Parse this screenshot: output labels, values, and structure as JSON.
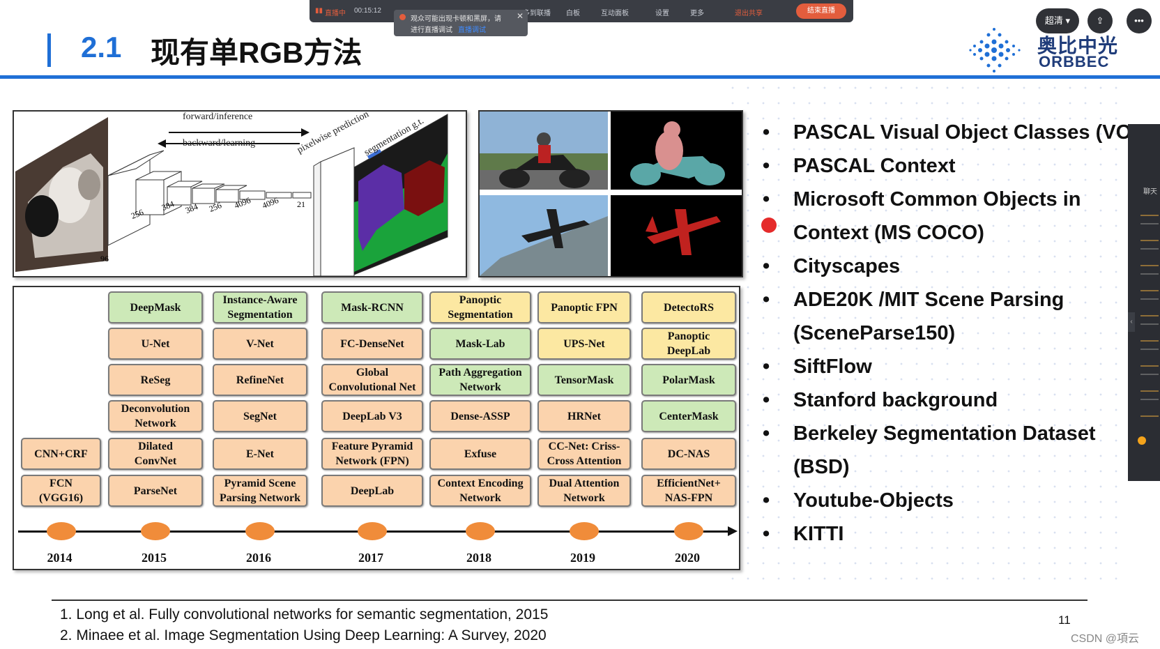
{
  "header": {
    "number": "2.1",
    "title": "现有单RGB方法"
  },
  "logo": {
    "cn": "奥比中光",
    "en": "ORBBEC"
  },
  "toolbar": {
    "live_status": "直播中",
    "timer": "00:15:12",
    "items": [
      "多到联播",
      "白板",
      "互动面板",
      "设置",
      "更多",
      "退出共享"
    ],
    "end_button": "结束直播",
    "notice_line1": "观众可能出现卡顿和黑屏，请",
    "notice_line2": "进行直播调试",
    "notice_link": "直播调试"
  },
  "top_right": {
    "quality": "超清",
    "share_icon": "share-icon",
    "more": "•••"
  },
  "fcn_figure": {
    "forward": "forward/inference",
    "backward": "backward/learning",
    "pixelwise": "pixelwise prediction",
    "gt": "segmentation g.t.",
    "dims": [
      "96",
      "256",
      "384",
      "384",
      "256",
      "4096",
      "4096",
      "21"
    ]
  },
  "timeline": {
    "years": [
      "2014",
      "2015",
      "2016",
      "2017",
      "2018",
      "2019",
      "2020"
    ],
    "columns": [
      {
        "year": "2014",
        "cells": [
          {
            "label": "CNN+CRF",
            "color": "orange"
          },
          {
            "label": "FCN\n(VGG16)",
            "color": "orange"
          }
        ]
      },
      {
        "year": "2015",
        "cells": [
          {
            "label": "DeepMask",
            "color": "green"
          },
          {
            "label": "U-Net",
            "color": "orange"
          },
          {
            "label": "ReSeg",
            "color": "orange"
          },
          {
            "label": "Deconvolution\nNetwork",
            "color": "orange"
          },
          {
            "label": "Dilated\nConvNet",
            "color": "orange"
          },
          {
            "label": "ParseNet",
            "color": "orange"
          }
        ]
      },
      {
        "year": "2016",
        "cells": [
          {
            "label": "Instance-Aware\nSegmentation",
            "color": "green"
          },
          {
            "label": "V-Net",
            "color": "orange"
          },
          {
            "label": "RefineNet",
            "color": "orange"
          },
          {
            "label": "SegNet",
            "color": "orange"
          },
          {
            "label": "E-Net",
            "color": "orange"
          },
          {
            "label": "Pyramid Scene\nParsing Network",
            "color": "orange"
          }
        ]
      },
      {
        "year": "2017",
        "cells": [
          {
            "label": "Mask-RCNN",
            "color": "green"
          },
          {
            "label": "FC-DenseNet",
            "color": "orange"
          },
          {
            "label": "Global\nConvolutional Net",
            "color": "orange"
          },
          {
            "label": "DeepLab V3",
            "color": "orange"
          },
          {
            "label": "Feature Pyramid\nNetwork (FPN)",
            "color": "orange"
          },
          {
            "label": "DeepLab",
            "color": "orange"
          }
        ]
      },
      {
        "year": "2018",
        "cells": [
          {
            "label": "Panoptic\nSegmentation",
            "color": "yellow"
          },
          {
            "label": "Mask-Lab",
            "color": "green"
          },
          {
            "label": "Path Aggregation\nNetwork",
            "color": "green"
          },
          {
            "label": "Dense-ASSP",
            "color": "orange"
          },
          {
            "label": "Exfuse",
            "color": "orange"
          },
          {
            "label": "Context Encoding\nNetwork",
            "color": "orange"
          }
        ]
      },
      {
        "year": "2019",
        "cells": [
          {
            "label": "Panoptic FPN",
            "color": "yellow"
          },
          {
            "label": "UPS-Net",
            "color": "yellow"
          },
          {
            "label": "TensorMask",
            "color": "green"
          },
          {
            "label": "HRNet",
            "color": "orange"
          },
          {
            "label": "CC-Net: Criss-\nCross Attention",
            "color": "orange"
          },
          {
            "label": "Dual Attention\nNetwork",
            "color": "orange"
          }
        ]
      },
      {
        "year": "2020",
        "cells": [
          {
            "label": "DetectoRS",
            "color": "yellow"
          },
          {
            "label": "Panoptic\nDeepLab",
            "color": "yellow"
          },
          {
            "label": "PolarMask",
            "color": "green"
          },
          {
            "label": "CenterMask",
            "color": "green"
          },
          {
            "label": "DC-NAS",
            "color": "orange"
          },
          {
            "label": "EfficientNet+\nNAS-FPN",
            "color": "orange"
          }
        ]
      }
    ]
  },
  "datasets": [
    "PASCAL Visual Object Classes (VOC",
    "PASCAL Context",
    "Microsoft Common Objects in",
    "Context (MS COCO)",
    "Cityscapes",
    "ADE20K /MIT Scene Parsing",
    "(SceneParse150)",
    "SiftFlow",
    "Stanford background",
    "Berkeley Segmentation Dataset",
    "(BSD)",
    "Youtube-Objects",
    "KITTI"
  ],
  "references": [
    "1. Long et al. Fully convolutional networks for semantic segmentation, 2015",
    "2. Minaee et al. Image Segmentation Using Deep Learning: A Survey, 2020"
  ],
  "page_number": "11",
  "watermark": "CSDN @項云",
  "chat_sidebar": {
    "title": "聊天"
  },
  "colors": {
    "accent": "#1f6fd6",
    "orange": "#fbd3ad",
    "green": "#cde9b8",
    "yellow": "#fce8a2",
    "timeline_dot": "#f08c3a"
  }
}
